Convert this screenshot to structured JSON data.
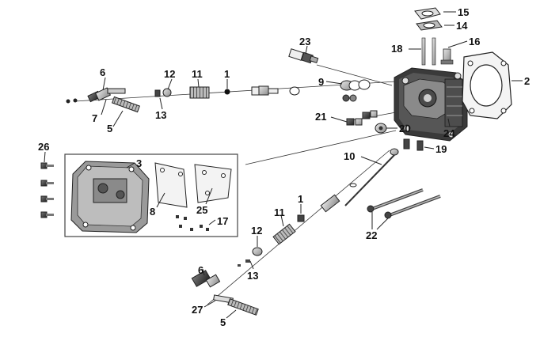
{
  "diagram": {
    "kind": "exploded parts diagram - cylinder head assembly",
    "callouts": {
      "c1a": "1",
      "c1b": "1",
      "c2": "2",
      "c3": "3",
      "c5a": "5",
      "c5b": "5",
      "c6a": "6",
      "c6b": "6",
      "c7": "7",
      "c8": "8",
      "c9": "9",
      "c10": "10",
      "c11a": "11",
      "c11b": "11",
      "c12a": "12",
      "c12b": "12",
      "c13a": "13",
      "c13b": "13",
      "c14": "14",
      "c15": "15",
      "c16": "16",
      "c17": "17",
      "c18": "18",
      "c19": "19",
      "c20": "20",
      "c21": "21",
      "c22": "22",
      "c23": "23",
      "c24": "24",
      "c25": "25",
      "c26": "26",
      "c27": "27"
    }
  }
}
